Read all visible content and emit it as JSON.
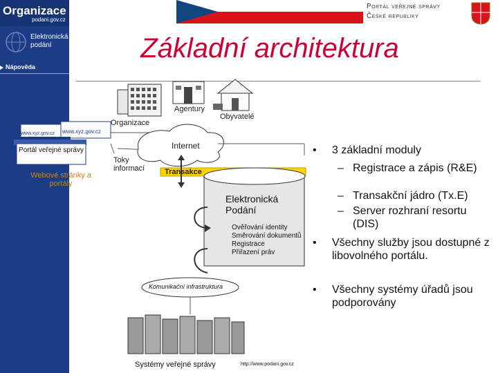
{
  "sidebar": {
    "org_name": "Organizace",
    "org_url": "podani.gov.cz",
    "item_title": "Elektronická podání",
    "help_link": "Nápověda"
  },
  "header": {
    "portal_line1": "Portál veřejné správy",
    "portal_line2": "České republiky"
  },
  "slide": {
    "title": "Základní architektura"
  },
  "diagram": {
    "agentury": "Agentury",
    "obyvatele": "Obyvatelé",
    "organizace": "Organizace",
    "internet": "Internet",
    "web_url_1": "www.xyz.gov.cz",
    "web_url_2": "www.xyz.gov.cz",
    "portal_box": "Portál veřejné správy",
    "websites": "Webové stránky a portály",
    "toky": "Toky informací",
    "transakce": "Transakce",
    "el_podani": "Elektronická Podání",
    "functions": [
      "Ověřování identity",
      "Směrování dokumentů",
      "Registrace",
      "Přiřazení práv"
    ],
    "infrastructure": "Komunikační infrastruktura",
    "systems": "Systémy veřejné správy",
    "url": "http://www.podani.gov.cz"
  },
  "bullets": {
    "b1": "3 základní moduly",
    "sub": [
      "Registrace a zápis (R&E)",
      "Transakční jádro (Tx.E)",
      "Server rozhraní resortu (DIS)"
    ],
    "b2": "Všechny služby jsou dostupné z libovolného portálu.",
    "b3": "Všechny systémy úřadů jsou podporovány"
  },
  "colors": {
    "sidebar": "#1c3c86",
    "title": "#cc0033",
    "transakce": "#ffd200"
  }
}
